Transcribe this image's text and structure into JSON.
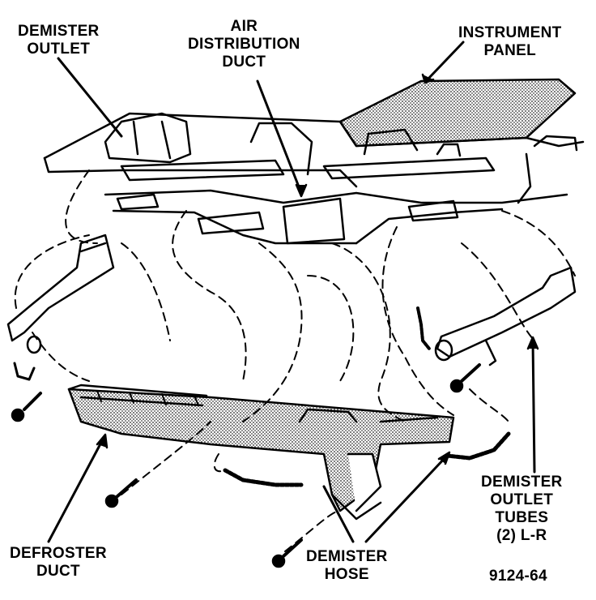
{
  "labels": {
    "demister_outlet": [
      "DEMISTER",
      "OUTLET"
    ],
    "air_distribution_duct": [
      "AIR",
      "DISTRIBUTION",
      "DUCT"
    ],
    "instrument_panel": [
      "INSTRUMENT",
      "PANEL"
    ],
    "demister_outlet_tubes": [
      "DEMISTER",
      "OUTLET",
      "TUBES",
      "(2) L-R"
    ],
    "defroster_duct": [
      "DEFROSTER",
      "DUCT"
    ],
    "demister_hose": [
      "DEMISTER",
      "HOSE"
    ]
  },
  "figure_number": "9124-64",
  "colors": {
    "ink": "#000000",
    "paper": "#ffffff",
    "hatch": "#555555"
  }
}
